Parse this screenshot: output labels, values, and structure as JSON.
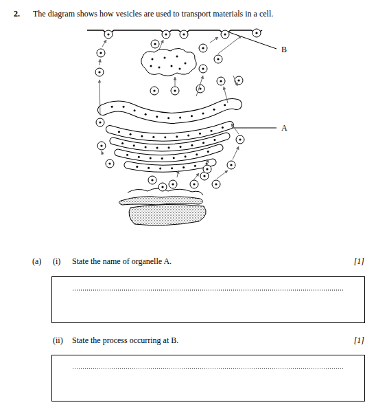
{
  "diagram": {
    "labels": [
      "2.",
      "The diagram shows how vesicles are used to transport materials in a cell.",
      "B",
      "A",
      "(a)",
      "(i)",
      "State the name of organelle A.",
      "[1]",
      "(ii)",
      "State the process occurring at B.",
      "[1]"
    ]
  }
}
